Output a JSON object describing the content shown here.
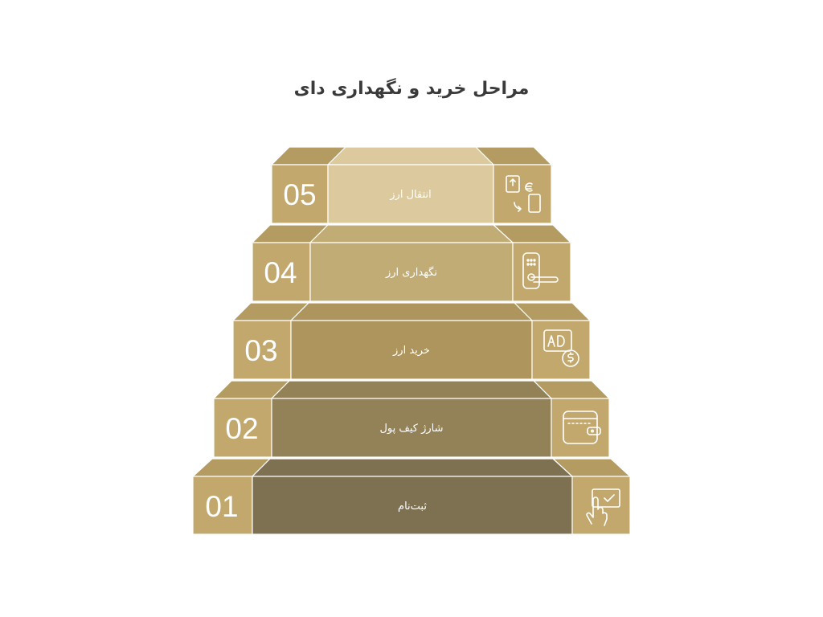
{
  "title": "مراحل خرید و نگهداری دای",
  "steps": [
    {
      "number": "05",
      "label": "انتقال ارز",
      "icon": "currency-transfer-icon"
    },
    {
      "number": "04",
      "label": "نگهداری ارز",
      "icon": "smart-lock-icon"
    },
    {
      "number": "03",
      "label": "خرید ارز",
      "icon": "ad-dollar-icon"
    },
    {
      "number": "02",
      "label": "شارژ کیف پول",
      "icon": "wallet-icon"
    },
    {
      "number": "01",
      "label": "ثبت‌نام",
      "icon": "touch-check-icon"
    }
  ],
  "colors": {
    "side": "#C2A86C",
    "side_top": "#B49B61",
    "center": [
      "#DCCA9E",
      "#C2AC76",
      "#AE955D",
      "#938157",
      "#7E7152"
    ],
    "stroke": "#ffffff"
  }
}
